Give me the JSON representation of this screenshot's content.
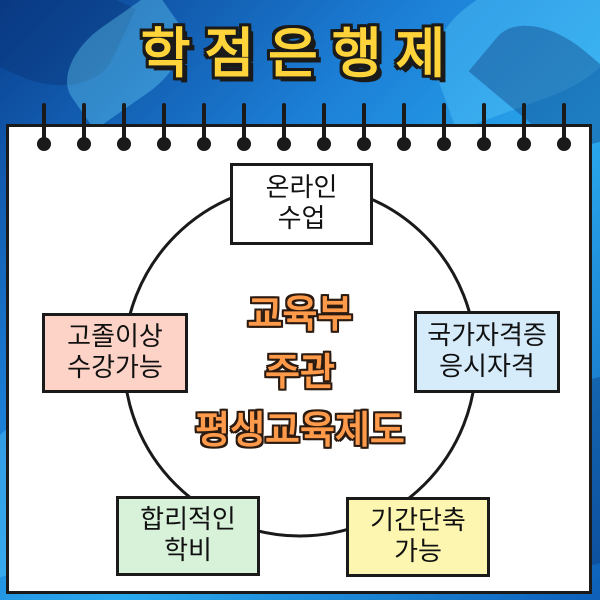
{
  "title": "학점은행제",
  "center_text": "교육부\n주관\n평생교육제도",
  "nodes": {
    "top": {
      "text": "온라인\n수업",
      "color": "#ffffff"
    },
    "right": {
      "text": "국가자격증\n응시자격",
      "color": "#d6ecfb"
    },
    "bottom_right": {
      "text": "기간단축\n가능",
      "color": "#fdf6b0"
    },
    "bottom_left": {
      "text": "합리적인\n학비",
      "color": "#d8f2da"
    },
    "left": {
      "text": "고졸이상\n수강가능",
      "color": "#fcd3c6"
    }
  },
  "colors": {
    "title": "#ffd33a",
    "center_text": "#ff9a4a",
    "background": "#1c7fd6"
  }
}
